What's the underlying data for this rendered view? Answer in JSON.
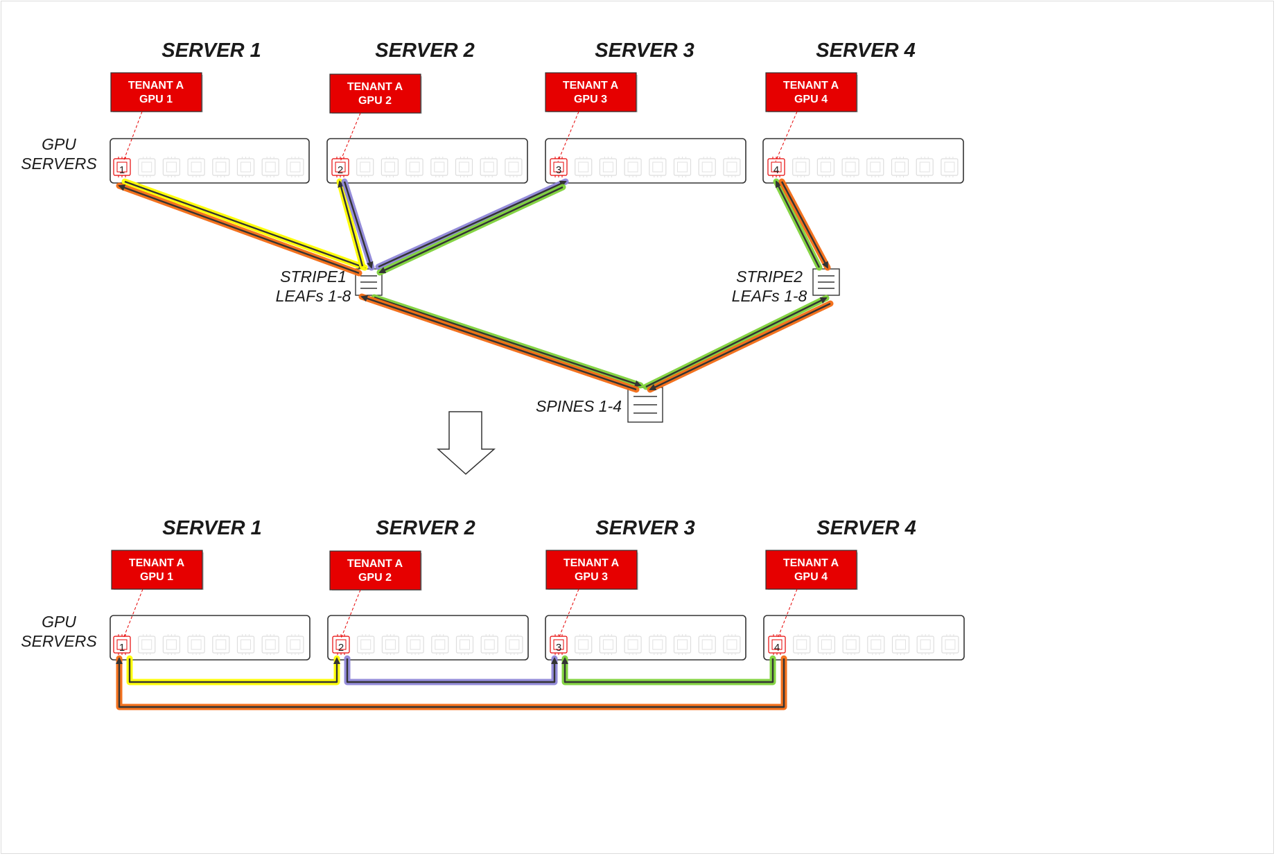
{
  "colors": {
    "tenant_fill": "#e60000",
    "yellow": "#ffff00",
    "blue": "#8e86d8",
    "green": "#7ed23a",
    "orange": "#f26a13",
    "core": "#333333"
  },
  "top": {
    "servers": [
      {
        "title": "SERVER 1",
        "tenant": "TENANT A",
        "gpu": "GPU 1",
        "num": "1"
      },
      {
        "title": "SERVER 2",
        "tenant": "TENANT A",
        "gpu": "GPU 2",
        "num": "2"
      },
      {
        "title": "SERVER 3",
        "tenant": "TENANT A",
        "gpu": "GPU 3",
        "num": "3"
      },
      {
        "title": "SERVER 4",
        "tenant": "TENANT A",
        "gpu": "GPU 4",
        "num": "4"
      }
    ],
    "gpu_servers_label": [
      "GPU",
      "SERVERS"
    ],
    "stripe1_label": [
      "STRIPE1",
      "LEAFs 1-8"
    ],
    "stripe2_label": [
      "STRIPE2",
      "LEAFs 1-8"
    ],
    "spines_label": "SPINES 1-4"
  },
  "bottom": {
    "servers": [
      {
        "title": "SERVER 1",
        "tenant": "TENANT A",
        "gpu": "GPU 1",
        "num": "1"
      },
      {
        "title": "SERVER 2",
        "tenant": "TENANT A",
        "gpu": "GPU 2",
        "num": "2"
      },
      {
        "title": "SERVER 3",
        "tenant": "TENANT A",
        "gpu": "GPU 3",
        "num": "3"
      },
      {
        "title": "SERVER 4",
        "tenant": "TENANT A",
        "gpu": "GPU 4",
        "num": "4"
      }
    ],
    "gpu_servers_label": [
      "GPU",
      "SERVERS"
    ]
  }
}
